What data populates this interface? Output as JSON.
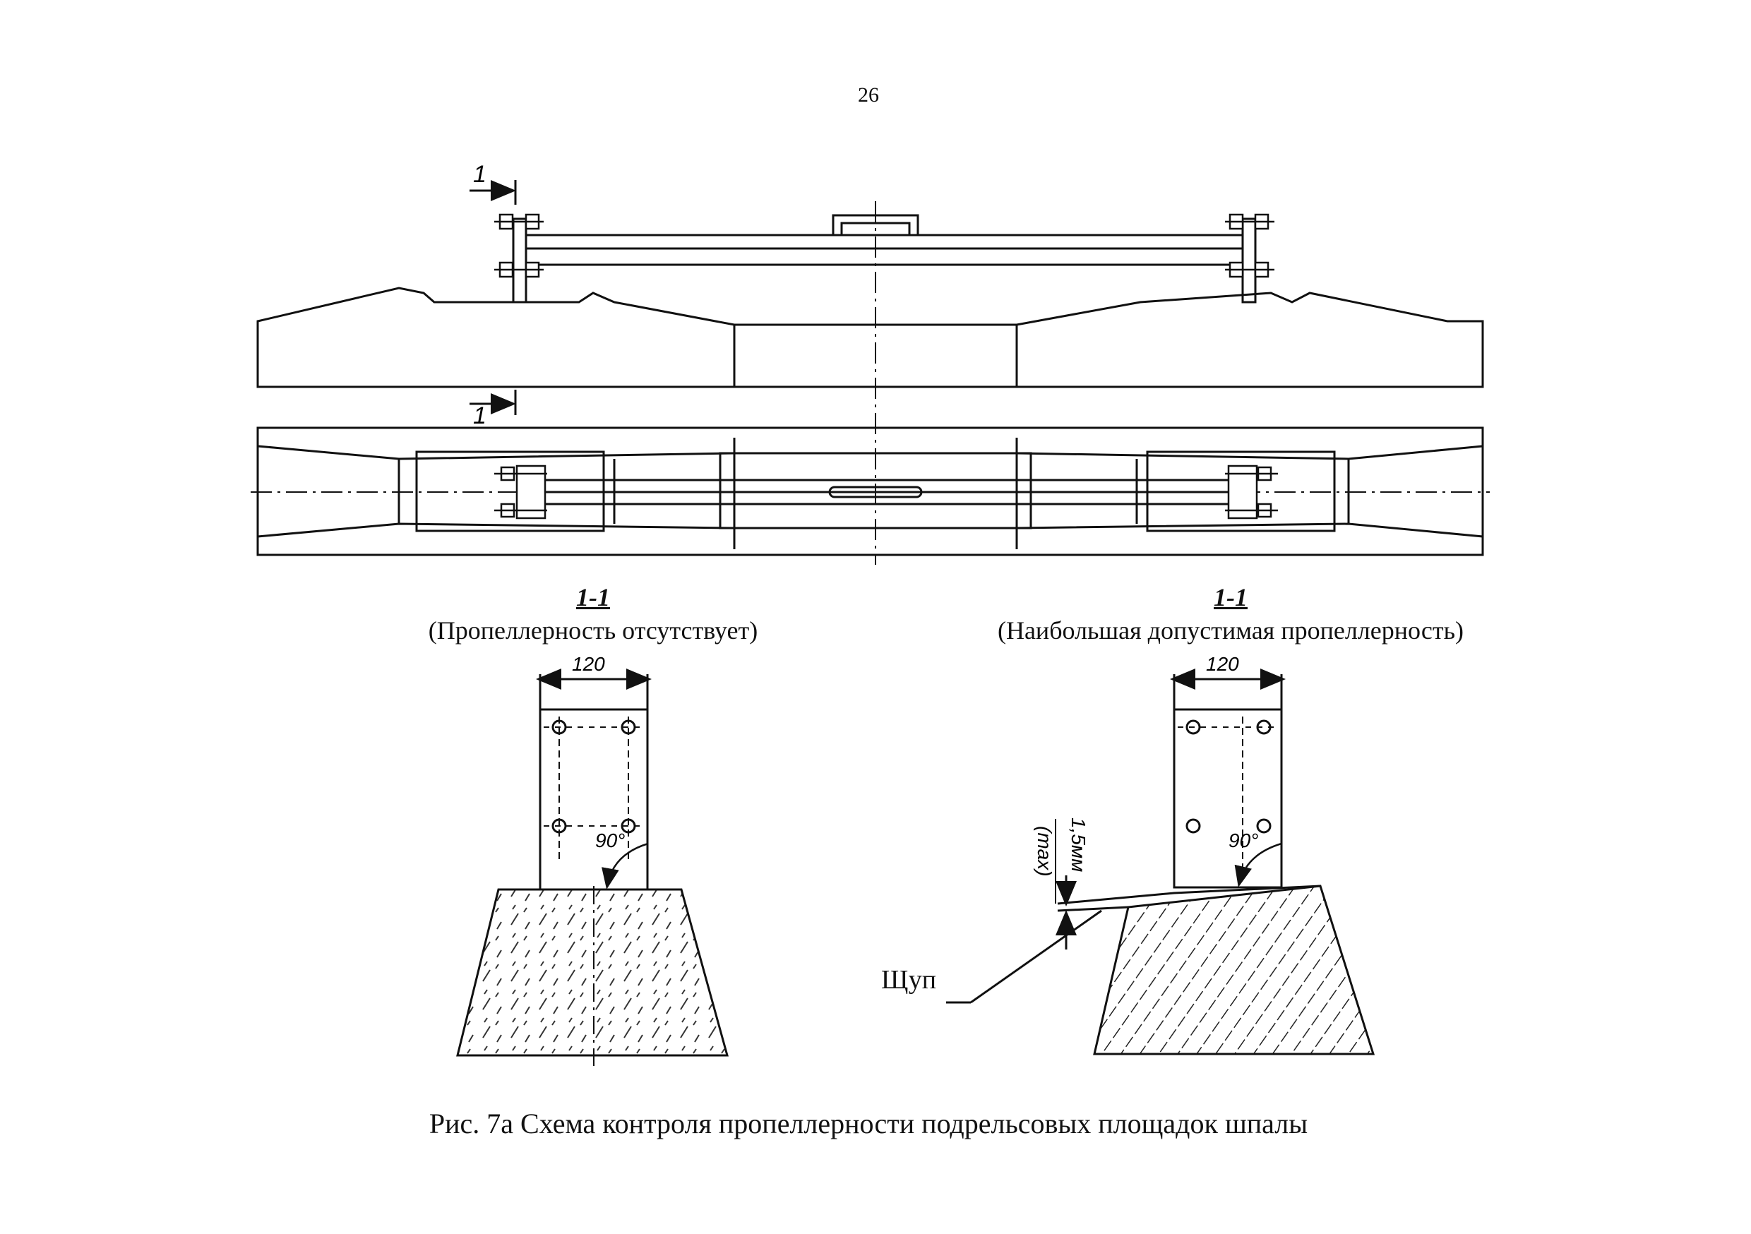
{
  "page": {
    "number": "26"
  },
  "elevation": {
    "section_mark_top": "1",
    "section_mark_bottom": "1"
  },
  "sections": [
    {
      "title": "1-1",
      "subtitle": "(Пропеллерность отсутствует)",
      "width_dim": "120",
      "angle": "90°"
    },
    {
      "title": "1-1",
      "subtitle": "(Наибольшая допустимая пропеллерность)",
      "width_dim": "120",
      "angle": "90°",
      "gap_dim": "1,5мм",
      "gap_note": "(max)",
      "probe_label": "Щуп"
    }
  ],
  "caption": "Рис. 7а   Схема контроля пропеллерности подрельсовых  площадок шпалы"
}
